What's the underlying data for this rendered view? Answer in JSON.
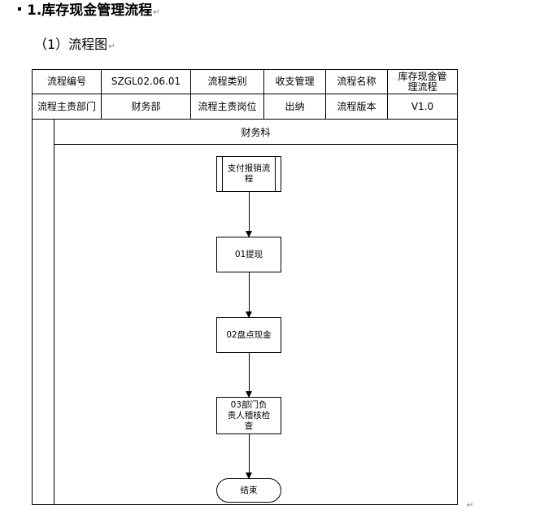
{
  "heading": {
    "text": "1.库存现金管理流程",
    "para_mark": "↵"
  },
  "subheading": {
    "text": "（1）流程图",
    "para_mark": "↵"
  },
  "info_table": {
    "row1": {
      "flow_no_label": "流程编号",
      "flow_no_value": "SZGL02.06.01",
      "flow_type_label": "流程类别",
      "flow_type_value": "收支管理",
      "flow_name_label": "流程名称",
      "flow_name_value": "库存现金管理流程"
    },
    "row2": {
      "dept_label": "流程主责部门",
      "dept_value": "财务部",
      "post_label": "流程主责岗位",
      "post_value": "出纳",
      "version_label": "流程版本",
      "version_value": "V1.0"
    }
  },
  "swimlane": {
    "header": "财务科"
  },
  "flow": {
    "nodes": [
      {
        "id": "start",
        "label": "支付报销流程",
        "kind": "subprocess"
      },
      {
        "id": "step1",
        "label": "01提现",
        "kind": "process"
      },
      {
        "id": "step2",
        "label": "02盘点现金",
        "kind": "process"
      },
      {
        "id": "step3",
        "label": "03部门负责人稽核检查",
        "kind": "process"
      },
      {
        "id": "end",
        "label": "结束",
        "kind": "terminator"
      }
    ]
  },
  "end_mark": "↵"
}
